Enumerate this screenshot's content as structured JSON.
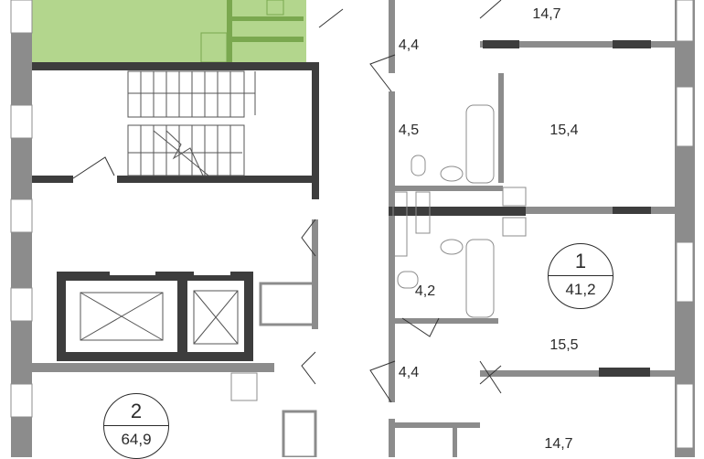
{
  "colors": {
    "highlight": "#b3d68d",
    "highlight_dark": "#7aa84f",
    "wall": "#8c8c8c",
    "wall_dark": "#3d3d3d"
  },
  "rooms": [
    {
      "id": "room-14-7-top",
      "area": "14,7"
    },
    {
      "id": "hall-4-4-top",
      "area": "4,4"
    },
    {
      "id": "bath-4-5",
      "area": "4,5"
    },
    {
      "id": "room-15-4",
      "area": "15,4"
    },
    {
      "id": "bath-4-2",
      "area": "4,2"
    },
    {
      "id": "room-15-5",
      "area": "15,5"
    },
    {
      "id": "hall-4-4-bottom",
      "area": "4,4"
    },
    {
      "id": "room-14-7-bottom",
      "area": "14,7"
    }
  ],
  "apartments": [
    {
      "number": "1",
      "area": "41,2"
    },
    {
      "number": "2",
      "area": "64,9"
    }
  ]
}
